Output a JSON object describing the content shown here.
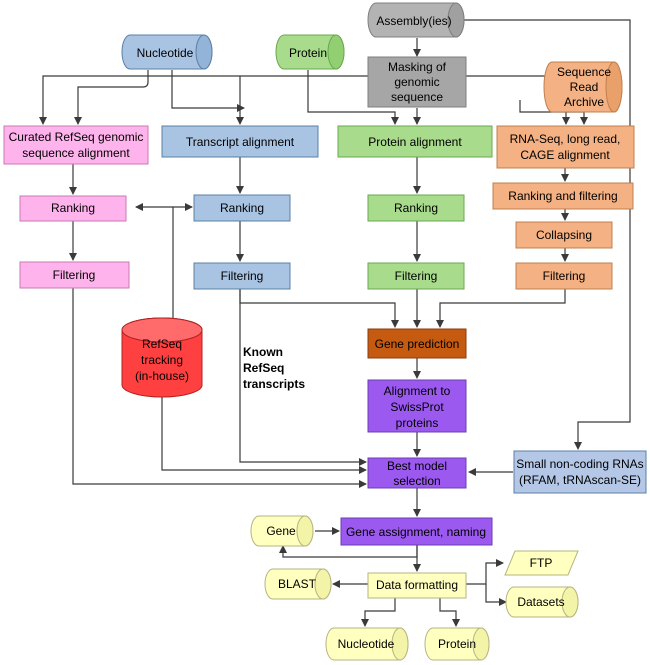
{
  "colors": {
    "gray": "#b3b3b3",
    "gray_dark": "#9a9a9a",
    "blue": "#a9c4e3",
    "blue_stroke": "#5b7fa6",
    "green": "#a8dc8c",
    "green_stroke": "#6aa84f",
    "pink": "#ffb3ec",
    "pink_stroke": "#c77ab2",
    "orange": "#f4b183",
    "orange_stroke": "#c0804e",
    "brown": "#c55a11",
    "purple": "#9b59f0",
    "purple_stroke": "#6b3fb0",
    "red": "#ff4040",
    "red_stroke": "#b22222",
    "yellow": "#ffffc0",
    "yellow_stroke": "#b5b580",
    "lightblue": "#b4c7e7"
  },
  "inputs": {
    "assembly": "Assembly(ies)",
    "nucleotide": "Nucleotide",
    "protein": "Protein",
    "sra": [
      "Sequence",
      "Read",
      "Archive"
    ],
    "refseq_tracking": [
      "RefSeq",
      "tracking",
      "(in-house)"
    ]
  },
  "steps": {
    "masking": [
      "Masking of",
      "genomic",
      "sequence"
    ],
    "curated": [
      "Curated RefSeq genomic",
      "sequence alignment"
    ],
    "transcript_alignment": "Transcript alignment",
    "protein_alignment": "Protein alignment",
    "rnaseq": [
      "RNA-Seq, long read,",
      "CAGE alignment"
    ],
    "ranking": "Ranking",
    "ranking_filtering": "Ranking and filtering",
    "collapsing": "Collapsing",
    "filtering": "Filtering",
    "gene_prediction": "Gene prediction",
    "swissprot": [
      "Alignment to",
      "SwissProt",
      "proteins"
    ],
    "best_model": [
      "Best model",
      "selection"
    ],
    "small_rna": [
      "Small non-coding RNAs",
      "(RFAM, tRNAscan-SE)"
    ],
    "gene_assignment": "Gene assignment, naming",
    "data_formatting": "Data formatting"
  },
  "annotation": [
    "Known",
    "RefSeq",
    "transcripts"
  ],
  "outputs": {
    "gene": "Gene",
    "blast": "BLAST",
    "ftp": "FTP",
    "datasets": "Datasets",
    "nucleotide": "Nucleotide",
    "protein": "Protein"
  }
}
